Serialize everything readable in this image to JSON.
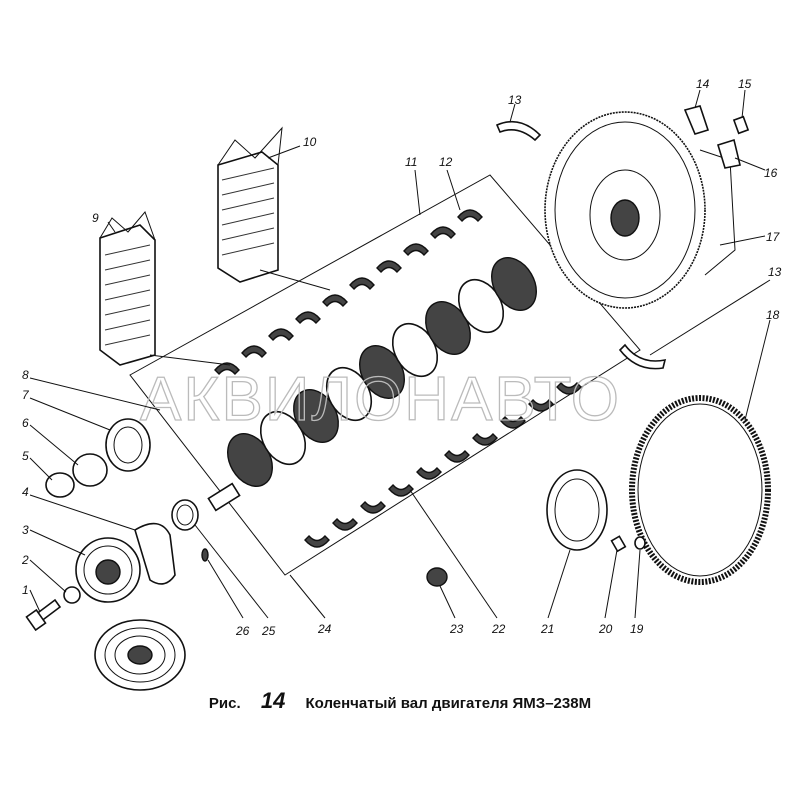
{
  "caption": {
    "prefix": "Рис.",
    "number": "14",
    "title": "Коленчатый вал двигателя ЯМЗ–238М"
  },
  "watermark": "АКВИЛОНАВТО",
  "callouts": [
    "1",
    "2",
    "3",
    "4",
    "5",
    "6",
    "7",
    "8",
    "9",
    "10",
    "11",
    "12",
    "13",
    "14",
    "15",
    "16",
    "17",
    "13",
    "18",
    "19",
    "20",
    "21",
    "22",
    "23",
    "24",
    "25",
    "26"
  ]
}
